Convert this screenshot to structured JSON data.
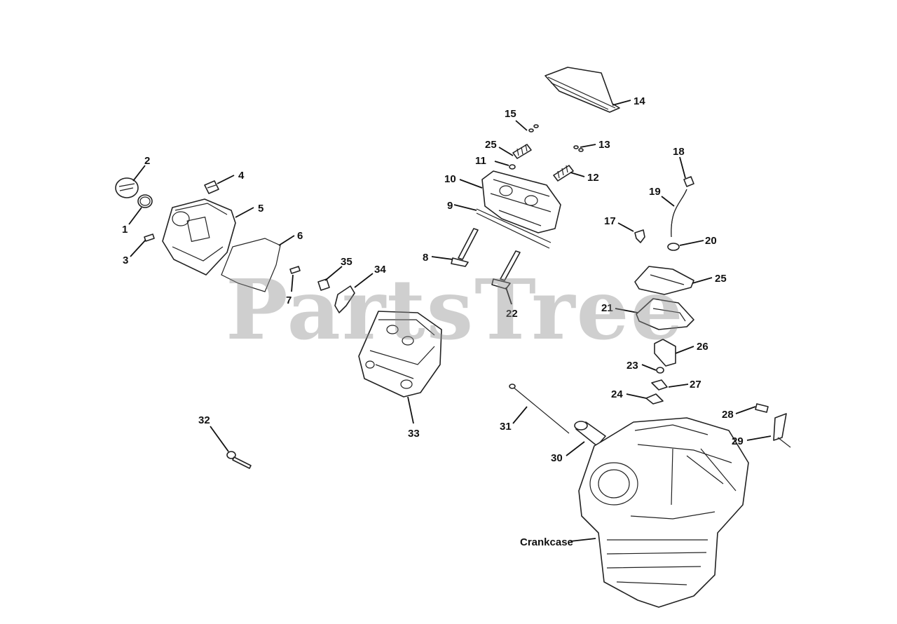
{
  "watermark": "PartsTree",
  "callouts": {
    "c1": "1",
    "c2": "2",
    "c3": "3",
    "c4": "4",
    "c5": "5",
    "c6": "6",
    "c7": "7",
    "c8": "8",
    "c9": "9",
    "c10": "10",
    "c11": "11",
    "c12": "12",
    "c13": "13",
    "c14": "14",
    "c15": "15",
    "c17": "17",
    "c18": "18",
    "c19": "19",
    "c20": "20",
    "c21": "21",
    "c22": "22",
    "c23": "23",
    "c24": "24",
    "c25a": "25",
    "c25b": "25",
    "c26": "26",
    "c27": "27",
    "c28": "28",
    "c29": "29",
    "c30": "30",
    "c31": "31",
    "c32": "32",
    "c33": "33",
    "c34": "34",
    "c35": "35",
    "crankcase": "Crankcase"
  }
}
